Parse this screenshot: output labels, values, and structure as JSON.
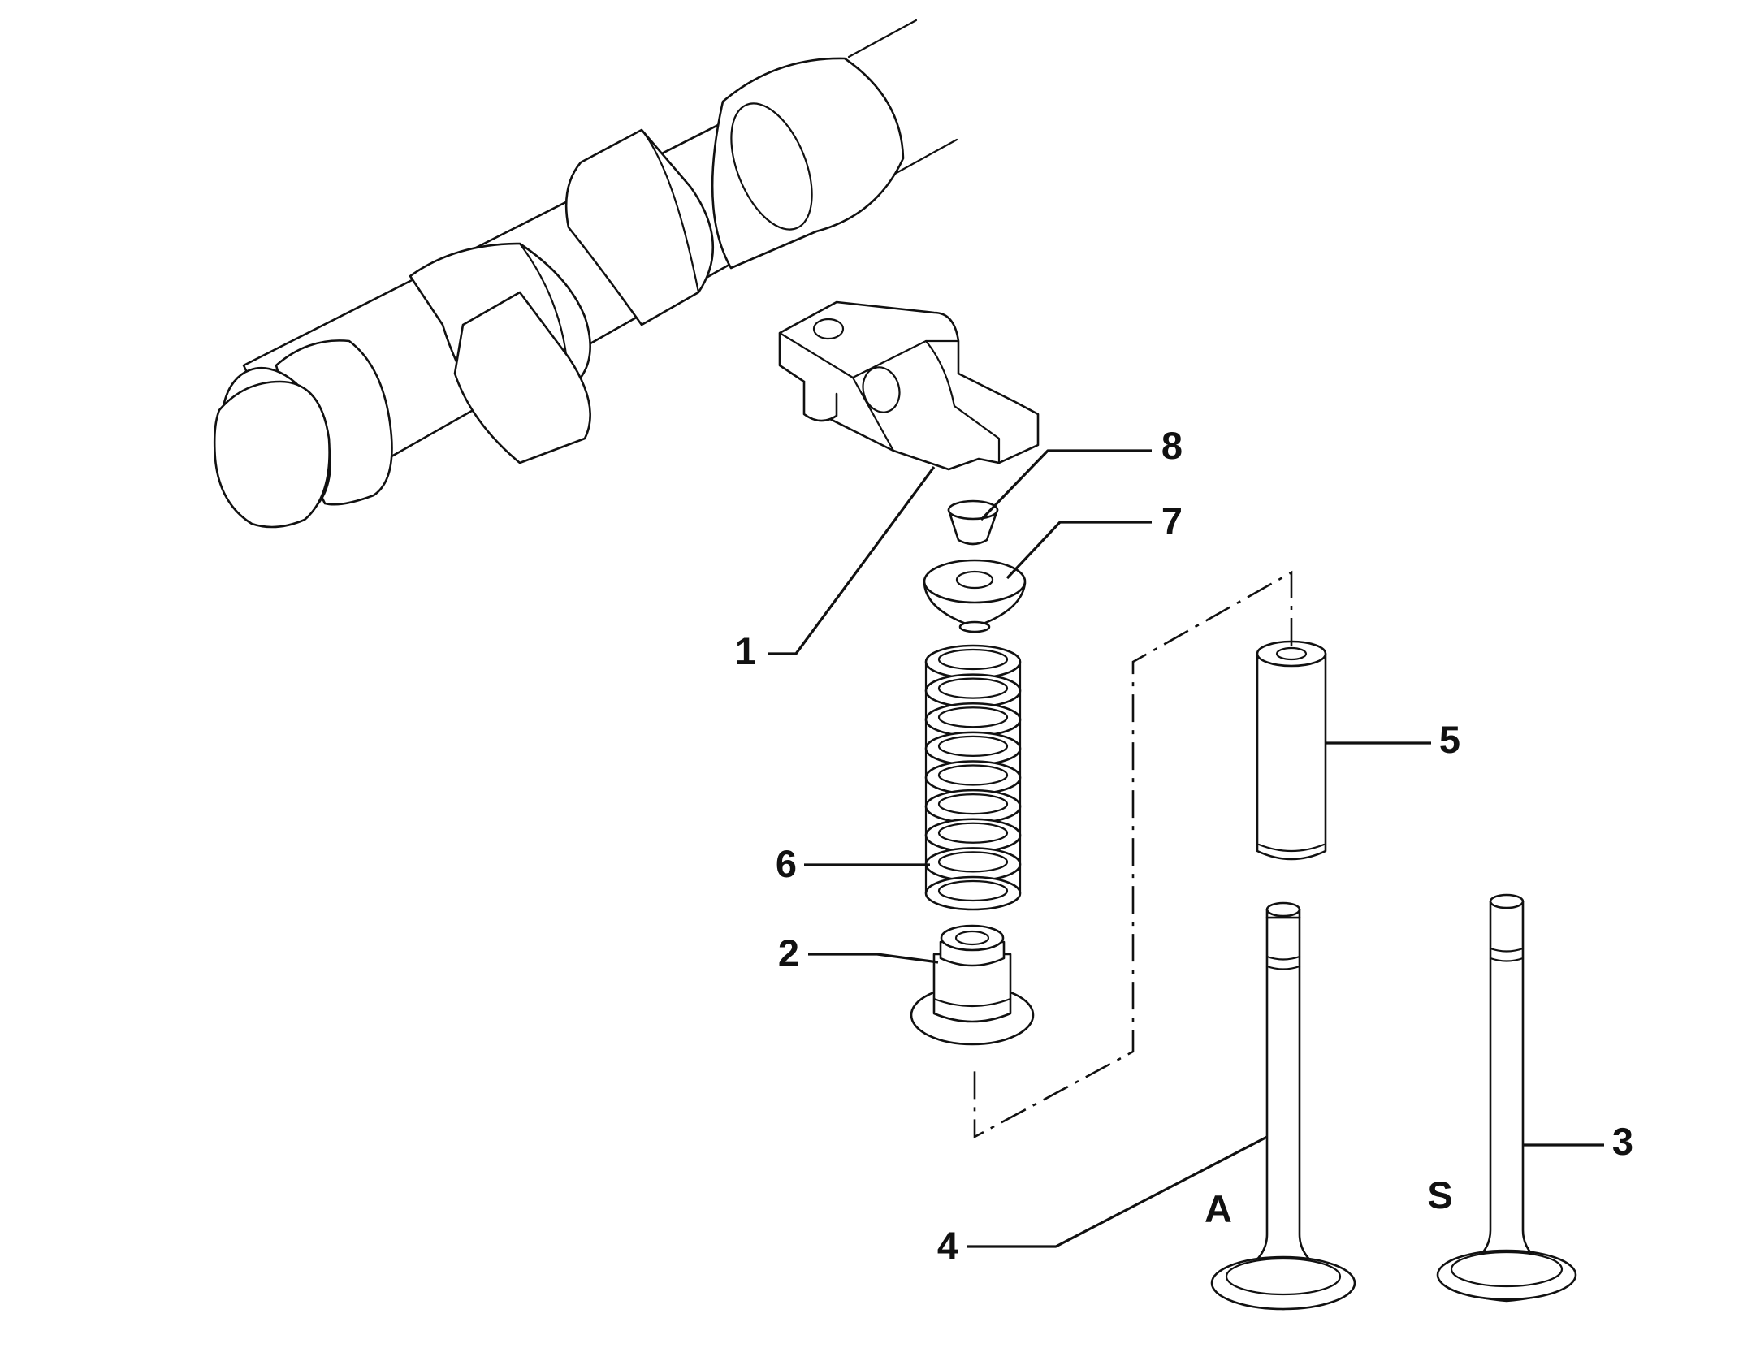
{
  "diagram": {
    "callouts": {
      "c1": "1",
      "c2": "2",
      "c3": "3",
      "c4": "4",
      "c5": "5",
      "c6": "6",
      "c7": "7",
      "c8": "8"
    },
    "variant_labels": {
      "intake": "A",
      "exhaust": "S"
    }
  }
}
